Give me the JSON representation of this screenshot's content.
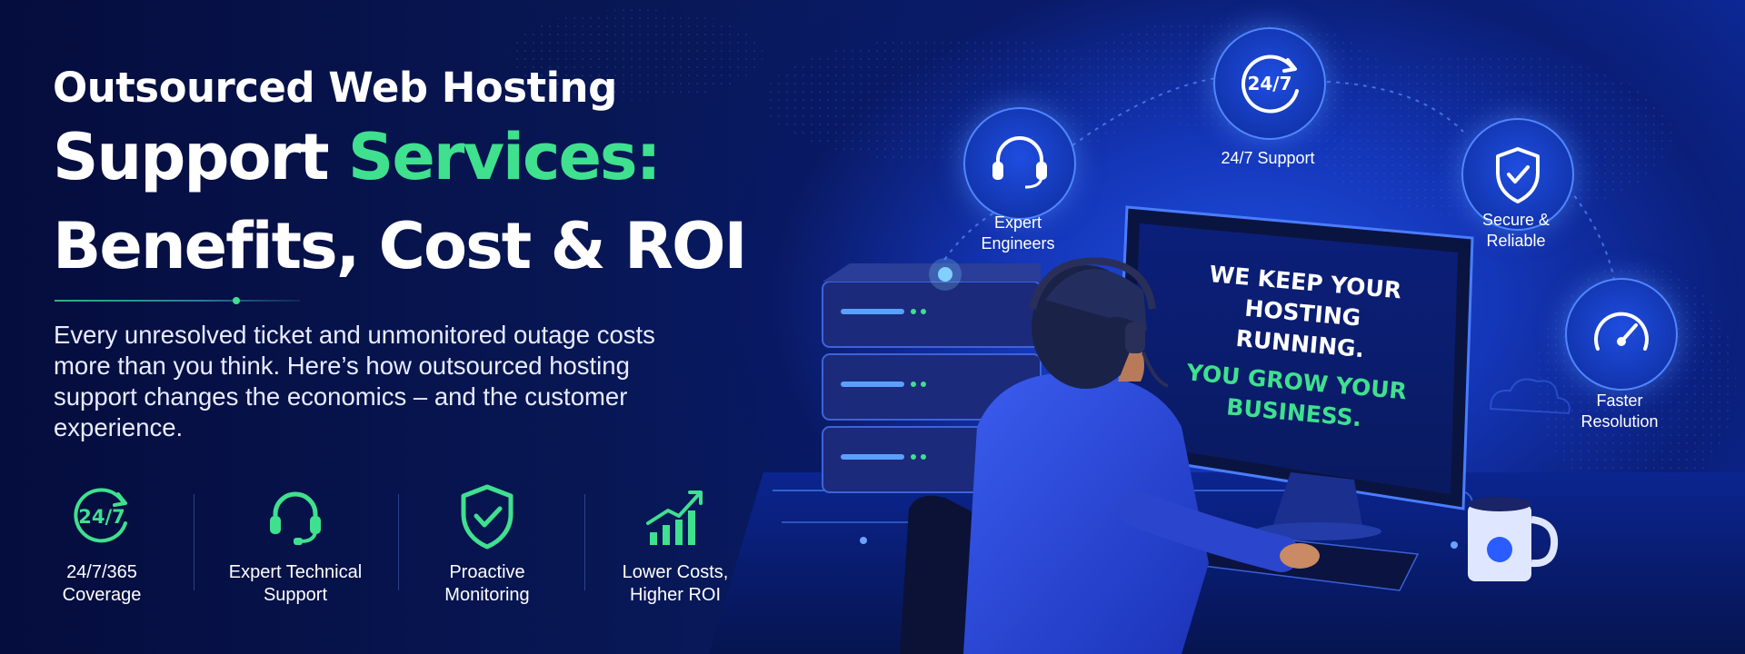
{
  "headline": {
    "line1": "Outsourced Web Hosting",
    "line2_white": "Support ",
    "line2_green": "Services:",
    "line3": "Benefits, Cost & ROI"
  },
  "description": "Every unresolved ticket and unmonitored outage costs more than you think. Here’s how outsourced hosting support changes the economics – and the customer experience.",
  "features": [
    {
      "icon": "clock-24-7-icon",
      "line1": "24/7/365",
      "line2": "Coverage"
    },
    {
      "icon": "headset-icon",
      "line1": "Expert Technical",
      "line2": "Support"
    },
    {
      "icon": "shield-check-icon",
      "line1": "Proactive",
      "line2": "Monitoring"
    },
    {
      "icon": "growth-chart-icon",
      "line1": "Lower Costs,",
      "line2": "Higher ROI"
    }
  ],
  "badges": [
    {
      "icon": "headset-icon",
      "line1": "Expert",
      "line2": "Engineers"
    },
    {
      "icon": "clock-24-7-icon",
      "icon_text": "24/7",
      "line1": "24/7 Support",
      "line2": ""
    },
    {
      "icon": "shield-check-icon",
      "line1": "Secure &",
      "line2": "Reliable"
    },
    {
      "icon": "speedometer-icon",
      "line1": "Faster",
      "line2": "Resolution"
    }
  ],
  "monitor": {
    "line1": "WE KEEP YOUR",
    "line2": "HOSTING RUNNING.",
    "line3": "YOU GROW YOUR",
    "line4": "BUSINESS."
  },
  "colors": {
    "accent_green": "#3fe08e",
    "background_dark": "#060e42",
    "background_glow": "#1f4fe0",
    "badge_ring": "#4f86ff"
  }
}
